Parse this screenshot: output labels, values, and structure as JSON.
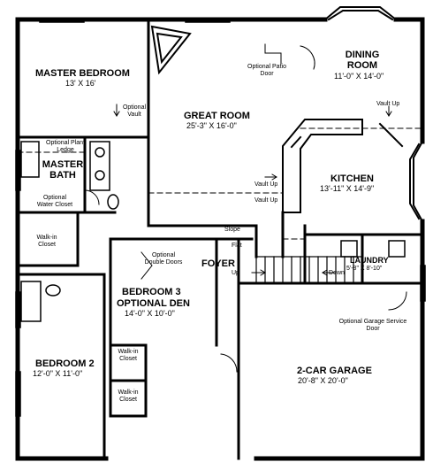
{
  "rooms": {
    "master_bedroom": {
      "name": "MASTER BEDROOM",
      "size": "13' X 16'"
    },
    "master_bath": {
      "name": "MASTER BATH"
    },
    "great_room": {
      "name": "GREAT ROOM",
      "size": "25'-3\" X 16'-0\""
    },
    "dining_room": {
      "name": "DINING ROOM",
      "size": "11'-0\" X 14'-0\""
    },
    "kitchen": {
      "name": "KITCHEN",
      "size": "13'-11\" X 14'-9\""
    },
    "foyer": {
      "name": "FOYER"
    },
    "laundry": {
      "name": "LAUNDRY",
      "size": "5'-8\" X 8'-10\""
    },
    "bedroom3": {
      "name": "BEDROOM 3",
      "name2": "OPTIONAL DEN",
      "size": "14'-0\" X 10'-0\""
    },
    "bedroom2": {
      "name": "BEDROOM 2",
      "size": "12'-0\" X 11'-0\""
    },
    "garage": {
      "name": "2-CAR GARAGE",
      "size": "20'-8\" X 20'-0\""
    }
  },
  "notes": {
    "optional_vault": "Optional Vault",
    "optional_plant_ledge": "Optional Plant Ledge",
    "optional_water_closet": "Optional Water Closet",
    "walk_in_closet": "Walk-in Closet",
    "optional_patio_door": "Optional Patio Door",
    "vault_up": "Vault Up",
    "slope": "Slope",
    "flat": "Flat",
    "up": "Up",
    "down": "Down",
    "optional_double_doors": "Optional Double Doors",
    "optional_garage_service_door": "Optional Garage Service Door"
  }
}
